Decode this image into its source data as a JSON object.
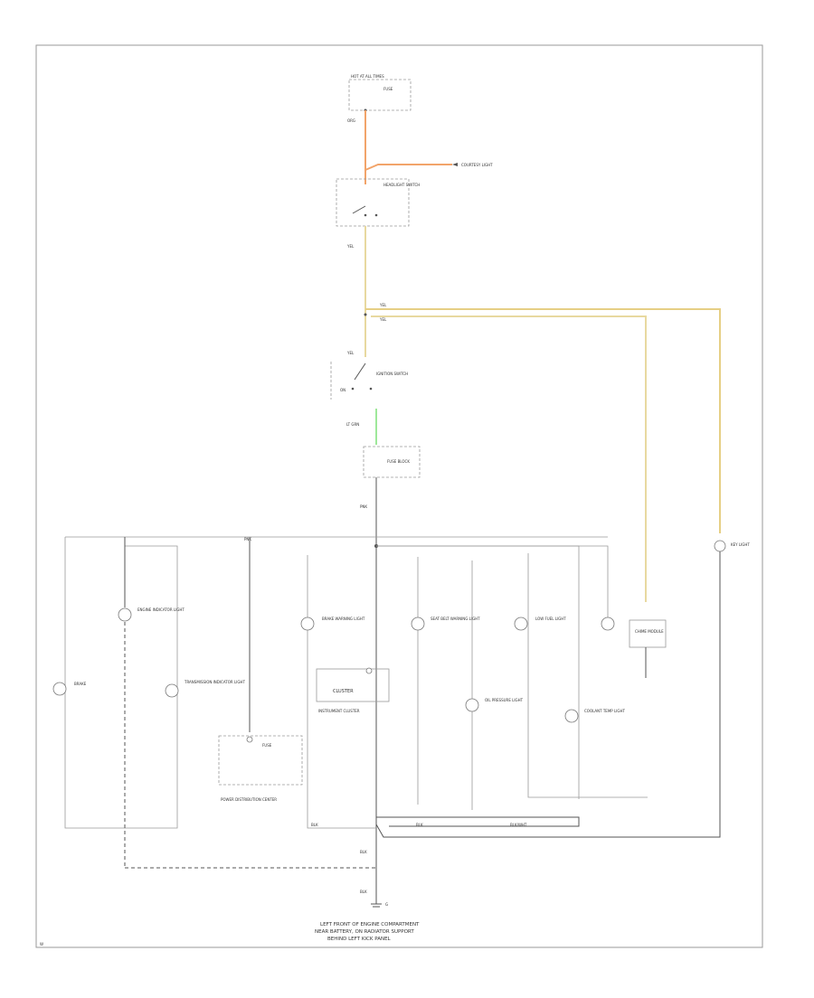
{
  "colors": {
    "wire_orange": "#f2a46a",
    "wire_yellow": "#e8d9a0",
    "wire_yellow_long": "#e6cf85",
    "wire_green": "#9ee89a",
    "wire_dark": "#555555",
    "frame": "#9a9a9a"
  },
  "labels": {
    "hot_at_all_times": "HOT AT ALL TIMES",
    "fuse_top": "FUSE",
    "wire_org_1": "ORG",
    "to_courtesy": "COURTESY LIGHT",
    "headlight_switch": "HEADLIGHT SWITCH",
    "wire_yel_1": "YEL",
    "wire_yel_2": "YEL",
    "wire_yel_3": "YEL",
    "wire_yel_4": "YEL",
    "ignition_switch": "IGNITION SWITCH",
    "wire_grn": "LT GRN",
    "fuse_panel": "FUSE BLOCK",
    "wire_pnk": "PNK",
    "wire_pnk_2": "PNK",
    "engine_indicator": "ENGINE INDICATOR LIGHT",
    "trans_indicator": "TRANSMISSION INDICATOR LIGHT",
    "brake_warning": "BRAKE WARNING LIGHT",
    "seat_belt": "SEAT BELT WARNING LIGHT",
    "oil_pressure": "OIL PRESSURE LIGHT",
    "low_fuel": "LOW FUEL LIGHT",
    "coolant_temp": "COOLANT TEMP LIGHT",
    "chime_module": "CHIME MODULE",
    "key_light": "KEY LIGHT",
    "instrument_cluster": "INSTRUMENT CLUSTER",
    "cluster_inner": "CLUSTER",
    "fuse_power": "FUSE",
    "power_distribution": "POWER DISTRIBUTION CENTER",
    "wire_blk_1": "BLK",
    "wire_blk_2": "BLK",
    "wire_blk_3": "BLK",
    "wire_blk_4": "BLK",
    "wire_blk_wht": "BLK/WHT",
    "ground_label": "G",
    "bottom_caption_1": "LEFT FRONT OF ENGINE COMPARTMENT",
    "bottom_caption_2": "NEAR BATTERY, ON RADIATOR SUPPORT",
    "bottom_caption_3": "BEHIND LEFT KICK PANEL",
    "corner_tag": "W"
  }
}
